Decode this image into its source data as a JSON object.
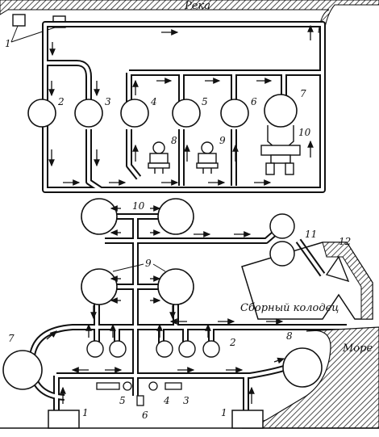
{
  "top_scheme": {
    "river_label": "Река",
    "intake_callout": "1",
    "unit_labels": [
      "2",
      "3",
      "4",
      "5",
      "6",
      "7"
    ],
    "aux_labels": [
      "8",
      "9",
      "10"
    ]
  },
  "bottom_scheme": {
    "tank_callout": "10",
    "unit_callout": "9",
    "header_callout": "11",
    "gate_callout": "12",
    "collector_label": "Сборный колодец",
    "sea_label": "Море",
    "left_sphere_label": "7",
    "right_sphere_label": "8",
    "small_unit_label": "2",
    "base_labels": [
      "1",
      "1"
    ],
    "equipment_labels": [
      "5",
      "4",
      "3",
      "6"
    ]
  }
}
